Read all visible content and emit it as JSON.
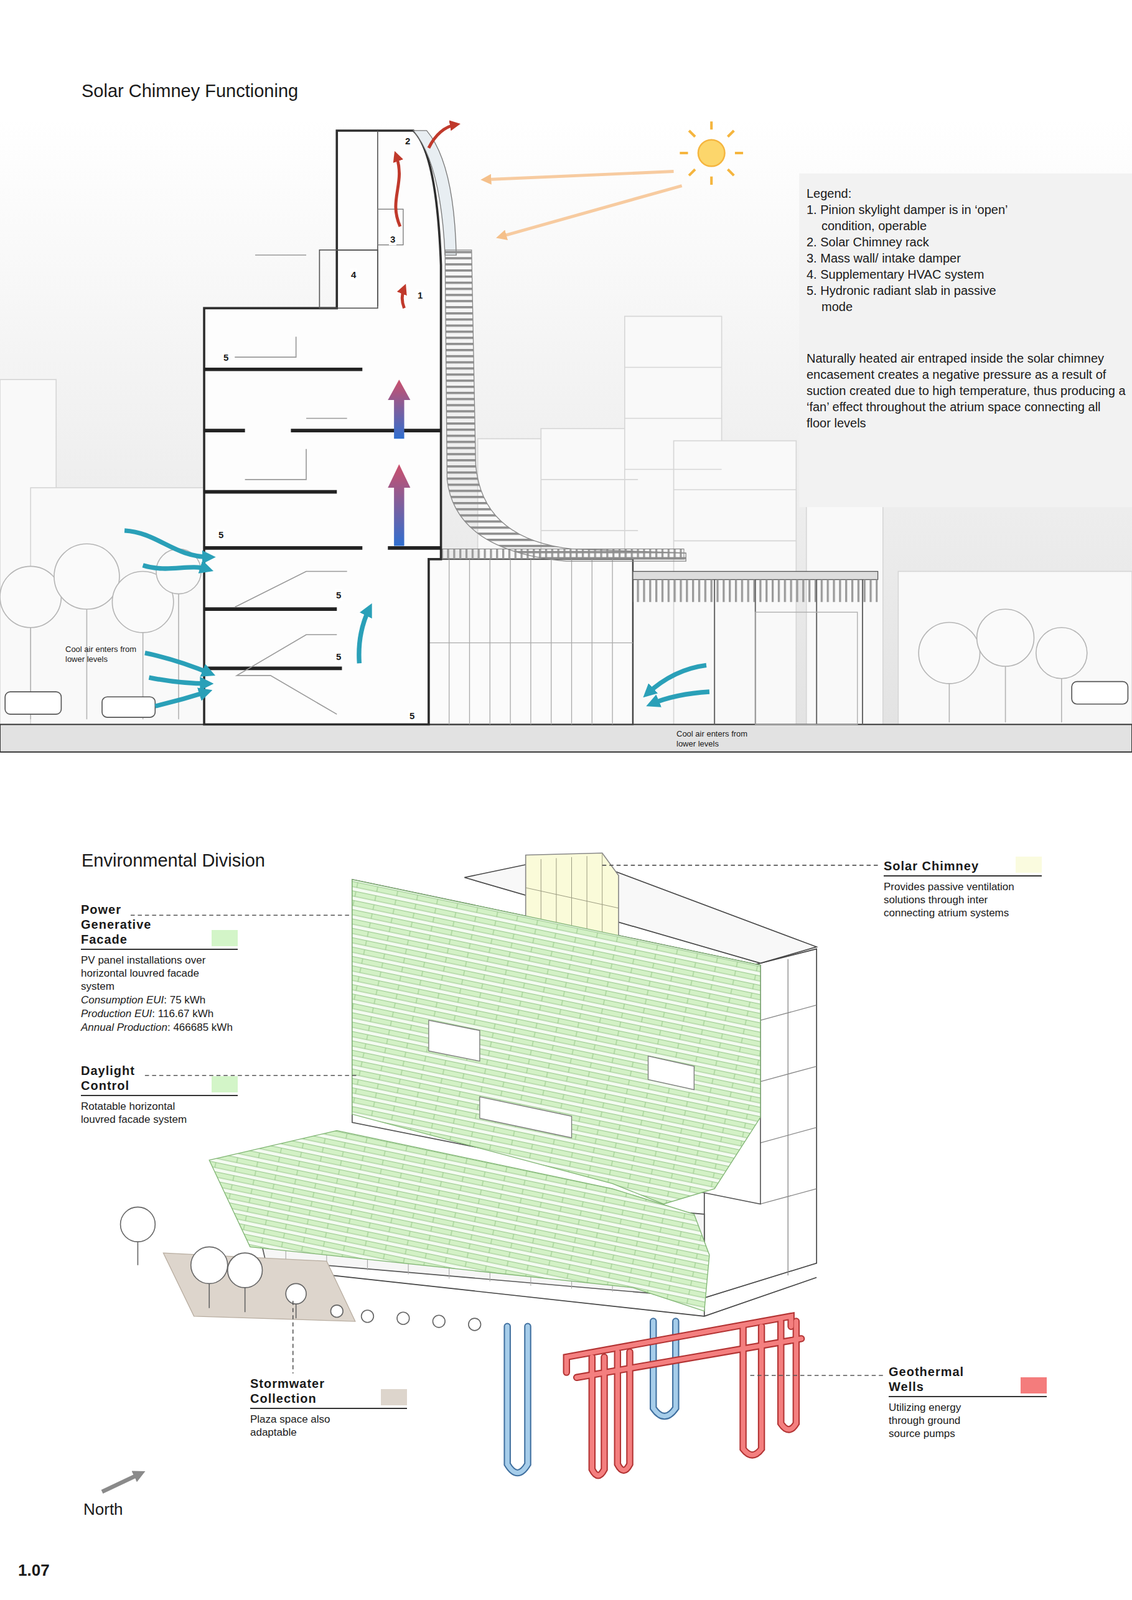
{
  "diagram": {
    "labels": [
      "Solar Chimney Functioning",
      "Legend:",
      "1. Pinion skylight damper is in ‘open’ condition, operable",
      "2. Solar Chimney rack",
      "3. Mass wall/ intake damper",
      "4. Supplementary HVAC system",
      "5. Hydronic radiant slab in passive mode",
      "Naturally heated air entraped inside the solar chimney encasement creates a negative pressure as a result of suction created due to high temperature, thus producing a ‘fan’ effect throughout the atrium space connecting all floor levels",
      "2",
      "3",
      "4",
      "1",
      "5",
      "5",
      "5",
      "5",
      "5",
      "Cool air enters from lower levels",
      "Cool air enters from lower levels",
      "Environmental Division",
      "PV panel installations over horizontal louvred facade system",
      "Consumption EUI: 75 kWh",
      "Production EUI: 116.67 kWh",
      "Annual Production: 466685 kWh",
      "Rotatable horizontal louvred facade system",
      "Provides passive ventilation solutions through inter connecting atrium systems",
      "Plaza space also adaptable",
      "Utilizing energy through ground source pumps",
      "North",
      "1.07"
    ],
    "legend": [
      {
        "text": "Power Generative Facade",
        "color": "#d3f5c8"
      },
      {
        "text": "Daylight Control",
        "color": "#d3f5c8"
      },
      {
        "text": "Solar Chimney",
        "color": "#fafbdf"
      },
      {
        "text": "Stormwater Collection",
        "color": "#ddd5cc"
      },
      {
        "text": "Geothermal Wells",
        "color": "#f47c7c"
      }
    ]
  }
}
